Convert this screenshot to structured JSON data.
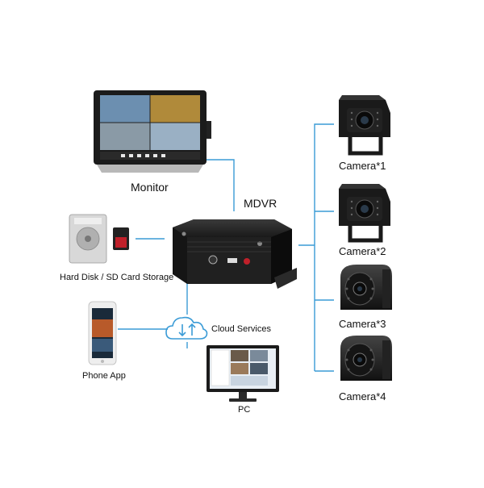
{
  "labels": {
    "monitor": "Monitor",
    "mdvr": "MDVR",
    "storage": "Hard Disk / SD Card Storage",
    "cloud": "Cloud Services",
    "phone": "Phone App",
    "pc": "PC",
    "camera1": "Camera*1",
    "camera2": "Camera*2",
    "camera3": "Camera*3",
    "camera4": "Camera*4"
  },
  "colors": {
    "connector": "#3a9bd6",
    "device_dark": "#1e1e1e",
    "cloud": "#3a9bd6"
  }
}
